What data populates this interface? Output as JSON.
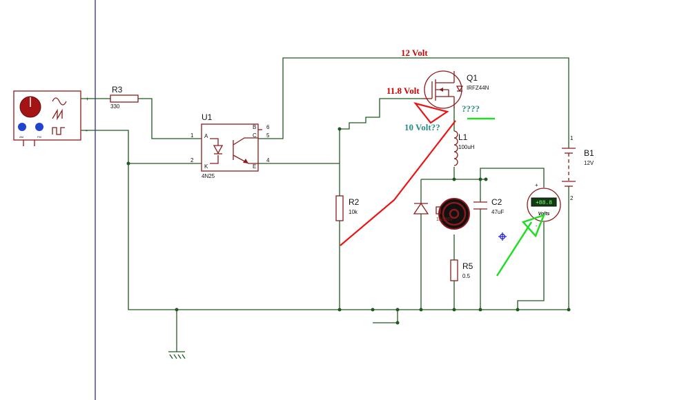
{
  "components": {
    "r3": {
      "ref": "R3",
      "value": "330"
    },
    "u1": {
      "ref": "U1",
      "value": "4N25",
      "pins": {
        "a": "A",
        "k": "K",
        "b": "B",
        "c": "C",
        "e": "E",
        "p1": "1",
        "p2": "2",
        "p4": "4",
        "p5": "5",
        "p6": "6"
      }
    },
    "r2": {
      "ref": "R2",
      "value": "10k"
    },
    "q1": {
      "ref": "Q1",
      "value": "IRFZ44N"
    },
    "l1": {
      "ref": "L1",
      "value": "100uH"
    },
    "c2": {
      "ref": "C2",
      "value": "47uF"
    },
    "r5": {
      "ref": "R5",
      "value": "0.5"
    },
    "b1": {
      "ref": "B1",
      "value": "12V",
      "pin1": "1",
      "pin2": "2"
    },
    "motor": {
      "label": "1N5807"
    },
    "voltmeter": {
      "display": "+88.8",
      "unit": "Volts",
      "plus": "+",
      "minus": "-"
    },
    "generator": {
      "plus": "+",
      "minus": "-",
      "knob1": "AM",
      "knob2": "FM"
    }
  },
  "annotations": {
    "top_voltage": "12 Volt",
    "gate_voltage": "11.8 Volt",
    "source_voltage": "10 Volt??",
    "question": "????"
  },
  "colors": {
    "wire": "#1e5a1e",
    "component": "#8b1a1a",
    "annotation_red": "#cc0000",
    "annotation_teal": "#2a8c86",
    "arrow_green": "#22dd22",
    "divider_blue": "#1a1a8c"
  }
}
